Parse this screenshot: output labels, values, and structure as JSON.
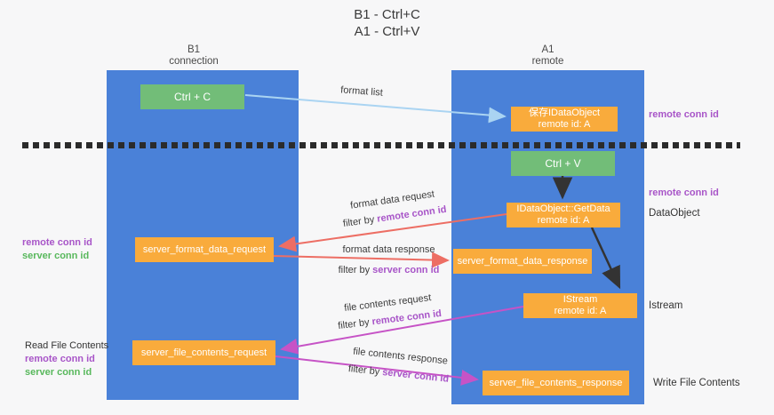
{
  "title": {
    "line1": "B1 - Ctrl+C",
    "line2": "A1 - Ctrl+V"
  },
  "lanes": {
    "b1": {
      "name": "B1",
      "role": "connection"
    },
    "a1": {
      "name": "A1",
      "role": "remote"
    }
  },
  "nodes": {
    "ctrl_c": {
      "label": "Ctrl + C"
    },
    "ctrl_v": {
      "label": "Ctrl + V"
    },
    "save_idataobject": {
      "line1": "保存IDataObject",
      "line2": "remote id: A"
    },
    "idataobject_getdata": {
      "line1": "IDataObject::GetData",
      "line2": "remote id: A"
    },
    "istream": {
      "line1": "IStream",
      "line2": "remote id: A"
    },
    "server_format_data_request": {
      "label": "server_format_data_request"
    },
    "server_format_data_response": {
      "label": "server_format_data_response"
    },
    "server_file_contents_request": {
      "label": "server_file_contents_request"
    },
    "server_file_contents_response": {
      "label": "server_file_contents_response"
    }
  },
  "edge_labels": {
    "format_list": "format list",
    "format_data_request": "format data request",
    "format_data_response": "format data response",
    "file_contents_request": "file contents request",
    "file_contents_response": "file contents response",
    "filter_by": "filter by",
    "remote_conn_id": "remote conn id",
    "server_conn_id": "server conn id"
  },
  "annotations": {
    "remote_conn_id": "remote conn id",
    "server_conn_id": "server conn id",
    "dataobject": "DataObject",
    "istream": "Istream",
    "read_file_contents": "Read File Contents",
    "write_file_contents": "Write File Contents"
  },
  "colors": {
    "lane_blue": "#4a81d8",
    "node_orange": "#f9ab3c",
    "node_green": "#72bd78",
    "arrow_light_blue": "#aad4f2",
    "arrow_red": "#ed6e64",
    "arrow_magenta": "#c653c6",
    "arrow_black": "#333333",
    "text_purple": "#a855c8",
    "text_green": "#58b85c"
  }
}
